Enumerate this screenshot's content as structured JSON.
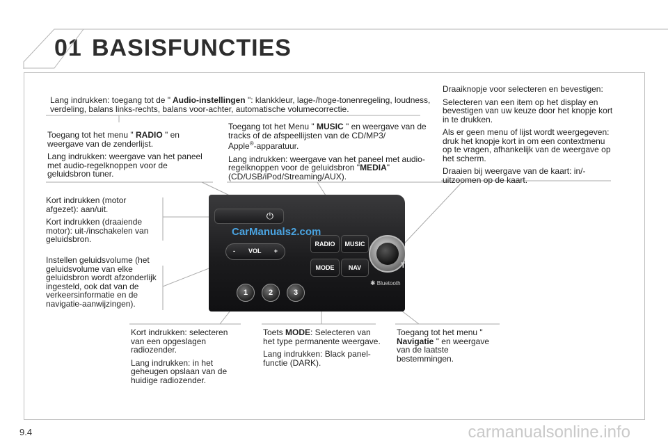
{
  "header": {
    "chapter_number": "01",
    "title": "BASISFUNCTIES"
  },
  "page_number": "9.4",
  "watermark": "carmanualsonline.info",
  "annotations": {
    "audio_settings": {
      "prefix": "Lang indrukken: toegang tot de \"",
      "bold": " Audio-instellingen ",
      "suffix": "\": klankkleur, lage-/hoge-tonenregeling, loudness, verdeling, balans links-rechts, balans voor-achter, automatische volumecorrectie."
    },
    "knob": {
      "p1": "Draaiknopje voor selecteren en bevestigen:",
      "p2": "Selecteren van een item op het display en bevestigen van uw keuze door het knopje kort in te drukken.",
      "p3": "Als er geen menu of lijst wordt weergegeven: druk het knopje kort in om een contextmenu op te vragen, afhankelijk van de weergave op het scherm.",
      "p4": "Draaien bij weergave van de kaart: in/-uitzoomen op de kaart."
    },
    "radio_menu": {
      "p1_prefix": "Toegang tot het menu \" ",
      "p1_bold": "RADIO",
      "p1_suffix": " \" en weergave van de zenderlijst.",
      "p2": "Lang indrukken: weergave van het paneel met audio-regelknoppen voor de geluidsbron tuner."
    },
    "music_menu": {
      "p1_prefix": "Toegang tot het Menu \" ",
      "p1_bold": "MUSIC",
      "p1_suffix": " \" en weergave van de tracks of de afspeellijsten van de CD/MP3/",
      "p1_line2": "Apple",
      "p1_sup": "®",
      "p1_line2_suffix": "-apparatuur.",
      "p2_prefix": "Lang indrukken: weergave van het paneel met audio-regelknoppen voor de geluidsbron \"",
      "p2_bold": "MEDIA",
      "p2_suffix": "\" (CD/USB/iPod/Streaming/AUX)."
    },
    "power": {
      "p1": "Kort indrukken (motor afgezet): aan/uit.",
      "p2": "Kort indrukken (draaiende motor): uit-/inschakelen van geluidsbron."
    },
    "volume": {
      "p1": "Instellen geluidsvolume (het geluidsvolume van elke geluidsbron wordt afzonderlijk ingesteld, ook dat van de verkeersinformatie en de navigatie-aanwijzingen)."
    },
    "presets": {
      "p1": "Kort indrukken: selecteren van een opgeslagen radiozender.",
      "p2": "Lang indrukken: in het geheugen opslaan van de huidige radiozender."
    },
    "mode": {
      "p1_prefix": "Toets ",
      "p1_bold": "MODE",
      "p1_suffix": ": Selecteren van het type permanente weergave.",
      "p2": "Lang indrukken: Black panel-functie (DARK)."
    },
    "nav": {
      "p1_prefix": "Toegang tot het menu \" ",
      "p1_bold": "Navigatie",
      "p1_suffix": " \" en weergave van de laatste bestemmingen."
    }
  },
  "device": {
    "buttons": {
      "radio": "RADIO",
      "music": "MUSIC",
      "mode": "MODE",
      "nav": "NAV",
      "vol": "VOL",
      "vol_minus": "-",
      "vol_plus": "+",
      "preset_1": "1",
      "preset_2": "2",
      "preset_3": "3",
      "bluetooth": "Bluetooth",
      "power_symbol": "⏻",
      "partial_key": "T"
    },
    "overlay_logo": "CarManuals2.com"
  },
  "colors": {
    "frame_border": "#bdbdbd",
    "leader_line": "#a9a9a9",
    "panel_dark": "#1c1c1e",
    "logo_blue": "#4aa3e0"
  }
}
